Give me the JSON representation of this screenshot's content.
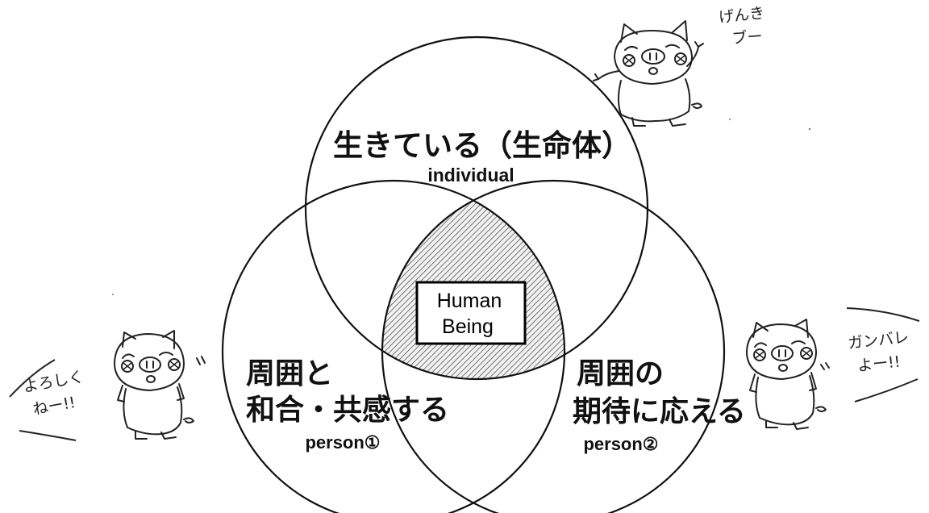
{
  "diagram": {
    "top_circle": {
      "label_jp": "生きている（生命体）",
      "label_en": "individual"
    },
    "left_circle": {
      "label_jp_line1": "周囲と",
      "label_jp_line2": "和合・共感する",
      "label_en": "person①"
    },
    "right_circle": {
      "label_jp_line1": "周囲の",
      "label_jp_line2": "期待に応える",
      "label_en": "person②"
    },
    "center": {
      "line1": "Human",
      "line2": "Being"
    }
  },
  "characters": {
    "top_right_speech_line1": "げんき",
    "top_right_speech_line2": "ブー",
    "left_speech_line1": "よろしく",
    "left_speech_line2": "ねー!!",
    "right_speech_line1": "ガンバレ",
    "right_speech_line2": "よー!!"
  }
}
